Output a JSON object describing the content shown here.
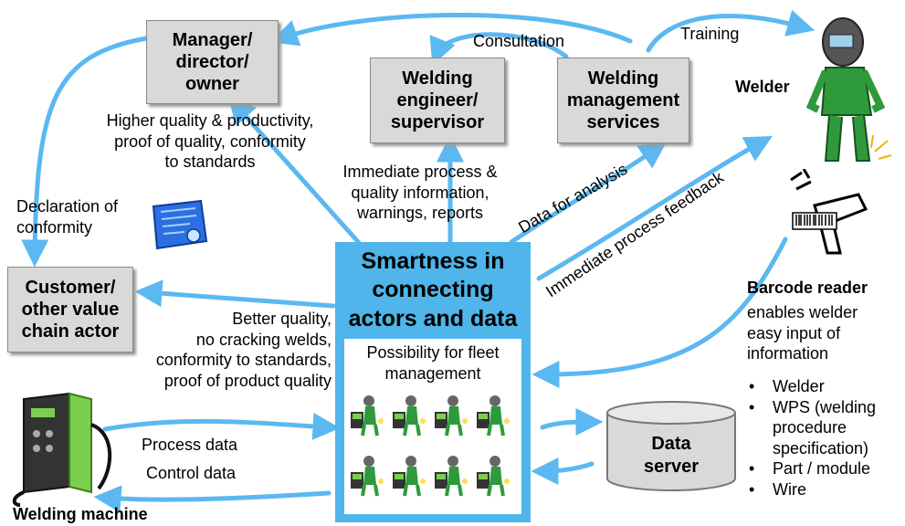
{
  "actors": {
    "manager": "Manager/\ndirector/\nowner",
    "engineer": "Welding\nengineer/\nsupervisor",
    "services": "Welding\nmanagement\nservices",
    "customer": "Customer/\nother value\nchain actor",
    "welder": "Welder",
    "data_server": "Data\nserver",
    "welding_machine": "Welding machine",
    "barcode_reader": "Barcode reader"
  },
  "hub": {
    "title": "Smartness in\nconnecting\nactors and data",
    "subtitle": "Possibility for fleet\nmanagement"
  },
  "flows": {
    "consultation": "Consultation",
    "training": "Training",
    "manager_benefit": "Higher quality & productivity,\nproof of quality, conformity\nto standards",
    "declaration": "Declaration of\nconformity",
    "engineer_info": "Immediate process &\nquality information,\nwarnings, reports",
    "data_for_analysis": "Data for analysis",
    "process_feedback": "Immediate process feedback",
    "customer_benefit": "Better quality,\nno cracking welds,\nconformity to standards,\nproof of product quality",
    "process_data": "Process data",
    "control_data": "Control data"
  },
  "barcode": {
    "description": "enables welder\neasy input of\ninformation",
    "items": [
      "Welder",
      "WPS (welding\nprocedure\nspecification)",
      "Part / module",
      "Wire"
    ]
  },
  "colors": {
    "arrow": "#5bb8f0",
    "hub": "#4fb5ea",
    "box": "#d9d9d9",
    "machine_panel": "#7ccf4c",
    "welder_suit": "#2e9a3c"
  },
  "icons": [
    "certificate-icon",
    "welder-icon",
    "barcode-reader-icon",
    "welding-machine-icon",
    "fleet-welder-icon",
    "database-cylinder-icon"
  ]
}
